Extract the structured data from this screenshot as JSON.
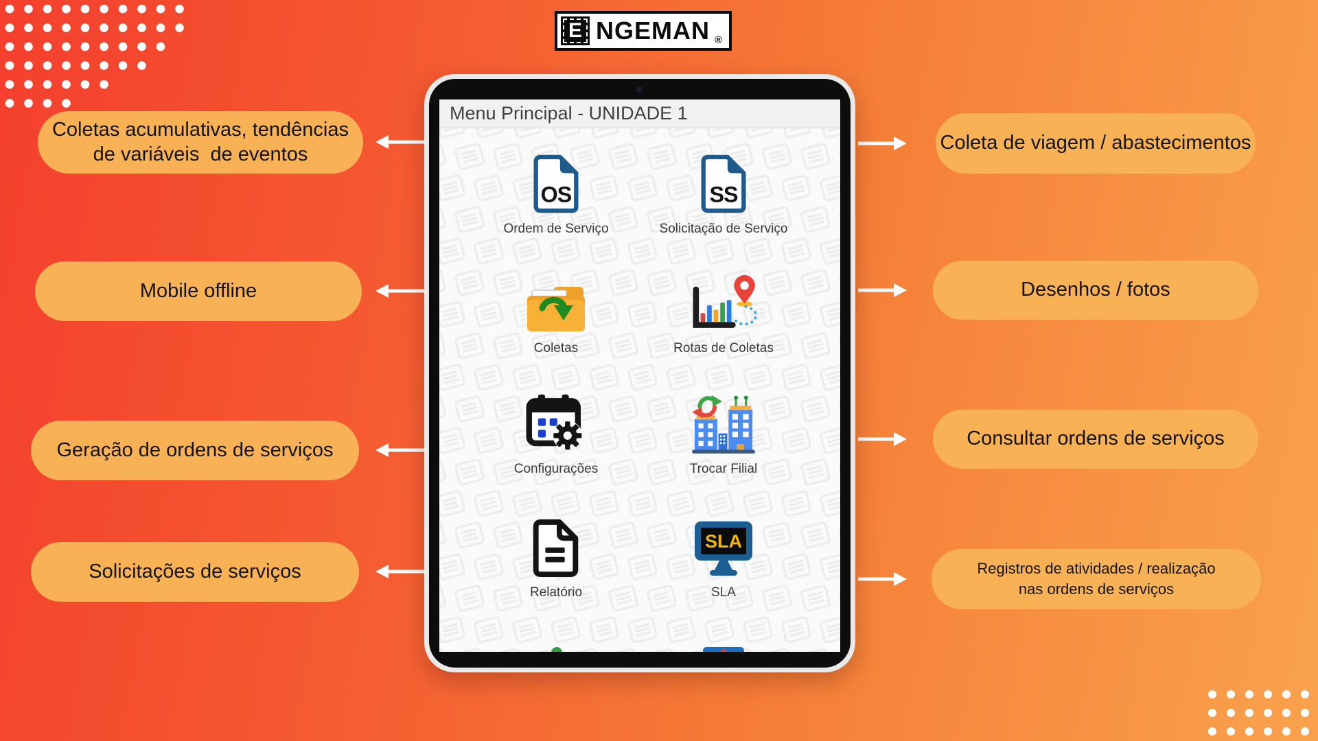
{
  "logo": {
    "stamp_letter": "E",
    "name": "NGEMAN",
    "registered": "®"
  },
  "tablet": {
    "header_title": "Menu Principal - UNIDADE 1",
    "apps": [
      {
        "label": "Ordem de Serviço",
        "badge": "OS",
        "icon": "os-document-icon"
      },
      {
        "label": "Solicitação de Serviço",
        "badge": "SS",
        "icon": "ss-document-icon"
      },
      {
        "label": "Coletas",
        "icon": "folder-download-icon"
      },
      {
        "label": "Rotas de Coletas",
        "icon": "bar-chart-map-pin-icon"
      },
      {
        "label": "Configurações",
        "icon": "calendar-gear-icon"
      },
      {
        "label": "Trocar Filial",
        "icon": "buildings-swap-icon"
      },
      {
        "label": "Relatório",
        "icon": "report-document-icon"
      },
      {
        "label": "SLA",
        "badge": "SLA",
        "icon": "sla-monitor-icon"
      }
    ]
  },
  "callouts": {
    "left": [
      {
        "lines": [
          "Coletas acumulativas, tendências",
          "de variáveis  de eventos"
        ]
      },
      {
        "lines": [
          "Mobile offline"
        ]
      },
      {
        "lines": [
          "Geração de ordens de serviços"
        ]
      },
      {
        "lines": [
          "Solicitações de serviços"
        ]
      }
    ],
    "right": [
      {
        "lines": [
          "Coleta de viagem / abastecimentos"
        ]
      },
      {
        "lines": [
          "Desenhos / fotos"
        ]
      },
      {
        "lines": [
          "Consultar ordens de serviços"
        ]
      },
      {
        "lines": [
          "Registros de atividades / realização",
          "nas ordens de serviços"
        ]
      }
    ]
  },
  "colors": {
    "background_gradient_start": "#f43f2d",
    "background_gradient_end": "#f9a24d",
    "callout_pill": "#f9b155",
    "arrow": "#ffffff",
    "document_icon_blue": "#1e5a8a",
    "folder_amber": "#f7b136",
    "sla_text_yellow": "#f2b705",
    "tablet_bezel": "#0d0d0d",
    "screen_background": "#fafafa",
    "watermark_gray": "#ededed"
  }
}
